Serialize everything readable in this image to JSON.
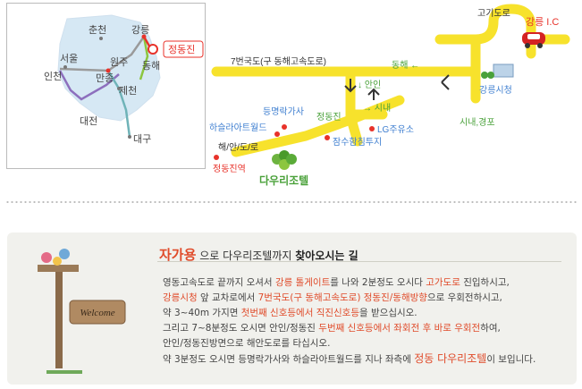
{
  "mini_map": {
    "cities": {
      "chuncheon": "춘천",
      "gangneung": "강릉",
      "seoul": "서울",
      "wonju": "원주",
      "manjong": "만종",
      "donghae": "동해",
      "incheon": "인천",
      "jecheon": "제천",
      "daejeon": "대전",
      "daegu": "대구"
    },
    "destination": "정동진",
    "colors": {
      "land": "#d6e8f4",
      "route_gray": "#9a9a9a",
      "route_green": "#8cc63f",
      "route_purple": "#8d6fbd",
      "route_teal": "#6fb3b8",
      "accent": "#e8322a"
    }
  },
  "route_map": {
    "labels": {
      "godae_ro": "고기도로",
      "gangneung_ic": "강릉 I.C",
      "route7": "7번국도(구 동해고속도로)",
      "donghae_arrow": "동해 ←",
      "gangneung_cityhall": "강릉시청",
      "anin": "↓ 안인",
      "city_gyeongpo": "시내,경포",
      "deungmyeong": "등명락가사",
      "jeongdongjin_sign": "정동진",
      "downtown_arrow": "→ 시내",
      "haslla": "하슬라아트월드",
      "lg_station": "LG주유소",
      "coast_road": "해/안/도/로",
      "submarine": "잠수함침투지",
      "jeongdongjin_station": "정동진역",
      "hotel": "다우리조텔"
    },
    "colors": {
      "road": "#f7e22c",
      "arrow": "#333333",
      "label_red": "#e8322a",
      "label_blue": "#3f7fd0",
      "label_green": "#4aa13a"
    }
  },
  "directions": {
    "headline_main": "자가용",
    "headline_mid": "으로 다우리조텔까지",
    "headline_strong": "찾아오시는 길",
    "sign_text": "Welcome",
    "lines": [
      [
        "영동고속도로 끝까지 오셔서 ",
        "강릉 톨게이트",
        "를 나와 2분정도 오시다 ",
        "고가도로",
        " 진입하시고,"
      ],
      [
        "",
        "강릉시청",
        " 앞 교차로에서 ",
        "7번국도(구 동해고속도로) 정동진/동해방향",
        "으로 우회전하시고,"
      ],
      [
        "약 3~40m 가지면 ",
        "첫번째 신호등에서 직진신호등",
        "을 받으십시오."
      ],
      [
        "그리고 7~8분정도 오시면 안인/정동진 ",
        "두번째 신호등에서 좌회전 후 바로 우회전",
        "하여,"
      ],
      [
        "안인/정동진방면으로 해안도로를 타십시오."
      ],
      [
        "약 3분정도 오시면 등명락가사와 하슬라아트월드를 지나 좌측에 ",
        "정동 다우리조텔",
        "이 보입니다."
      ]
    ]
  }
}
